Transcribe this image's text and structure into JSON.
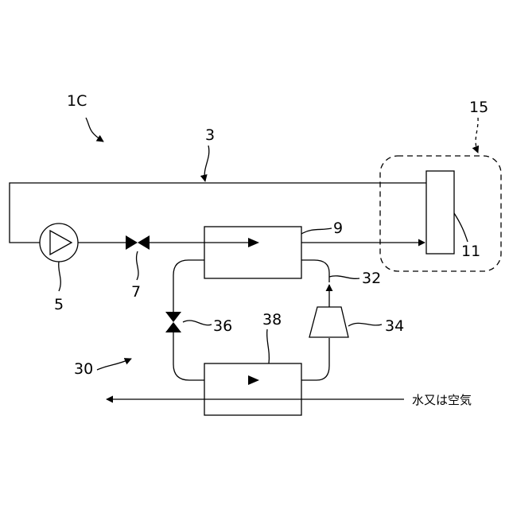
{
  "labels": {
    "system": "1C",
    "line_main": "3",
    "pump": "5",
    "valve_7": "7",
    "heat_exchanger_9": "9",
    "load_11": "11",
    "enclosure_15": "15",
    "circuit_30": "30",
    "pipe_32": "32",
    "compressor_34": "34",
    "valve_36": "36",
    "heat_exchanger_38": "38",
    "medium": "水又は空気"
  }
}
